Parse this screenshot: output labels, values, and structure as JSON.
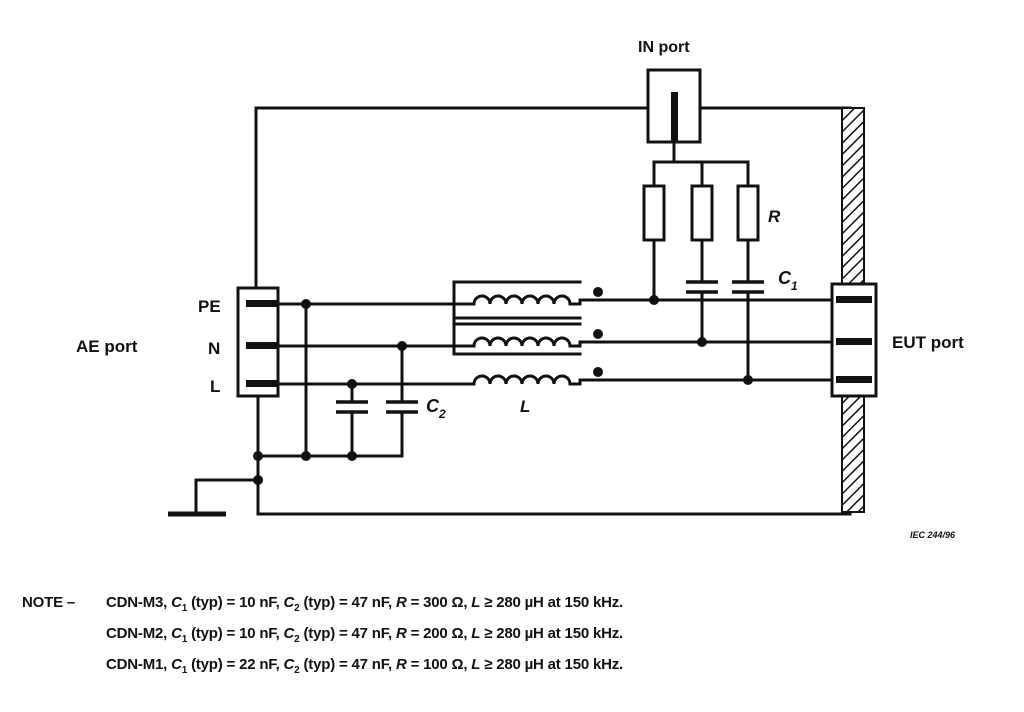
{
  "diagram": {
    "labels": {
      "in_port": "IN port",
      "ae_port": "AE port",
      "eut_port": "EUT port",
      "pe": "PE",
      "n": "N",
      "l": "L",
      "r": "R",
      "c1": "C",
      "c1_sub": "1",
      "c2": "C",
      "c2_sub": "2",
      "inductor": "L",
      "iec_ref": "IEC  244/96"
    }
  },
  "note": {
    "prefix": "NOTE –",
    "rows": [
      {
        "model": "CDN-M3,",
        "c1": "10 nF,",
        "c2": "47 nF,",
        "r": "300 Ω,",
        "l": "280 µH at 150 kHz."
      },
      {
        "model": "CDN-M2,",
        "c1": "10 nF,",
        "c2": "47 nF,",
        "r": "200 Ω,",
        "l": "280 µH at 150 kHz."
      },
      {
        "model": "CDN-M1,",
        "c1": "22 nF,",
        "c2": "47 nF,",
        "r": "100 Ω,",
        "l": "280 µH at 150 kHz."
      }
    ],
    "c_symbol": "C",
    "c1_sub": "1",
    "c2_sub": "2",
    "typ": "(typ) =",
    "r_symbol": "R",
    "r_eq": "=",
    "l_symbol": "L",
    "l_ge": "≥"
  }
}
